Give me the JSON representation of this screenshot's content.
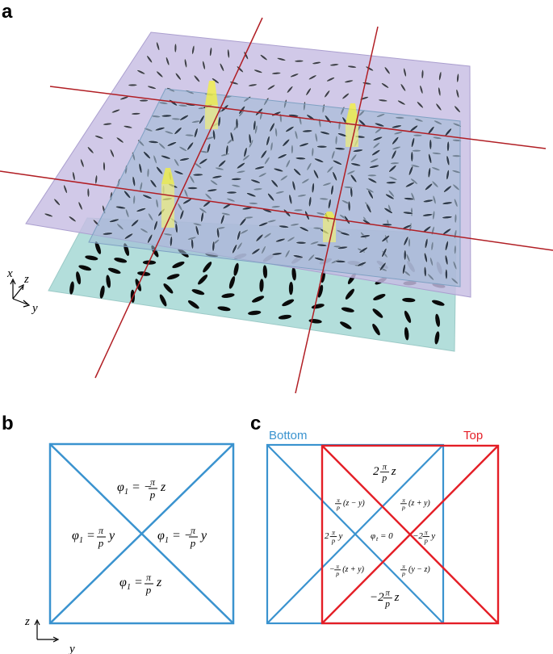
{
  "panels": {
    "a": {
      "label": "a",
      "axes": {
        "x": "x",
        "y": "y",
        "z": "z"
      }
    },
    "b": {
      "label": "b",
      "axes": {
        "z": "z",
        "y": "y"
      },
      "regions": {
        "top": {
          "lhs": "φ",
          "sub": "1",
          "rhs": "= −",
          "num": "π",
          "den": "p",
          "var": "z"
        },
        "left": {
          "lhs": "φ",
          "sub": "1",
          "rhs": "=",
          "num": "π",
          "den": "p",
          "var": "y"
        },
        "right": {
          "lhs": "φ",
          "sub": "1",
          "rhs": "= −",
          "num": "π",
          "den": "p",
          "var": "y"
        },
        "bottom": {
          "lhs": "φ",
          "sub": "1",
          "rhs": "=",
          "num": "π",
          "den": "p",
          "var": "z"
        }
      }
    },
    "c": {
      "label": "c",
      "bottom_label": "Bottom",
      "top_label": "Top",
      "regions": {
        "top": {
          "pre": "2",
          "num": "π",
          "den": "p",
          "post": "z"
        },
        "bottom": {
          "pre": "−2",
          "num": "π",
          "den": "p",
          "post": "z"
        },
        "left": {
          "pre": "2",
          "num": "π",
          "den": "p",
          "post": "y"
        },
        "right": {
          "pre": "−2",
          "num": "π",
          "den": "p",
          "post": "y"
        },
        "center": {
          "lhs": "φ",
          "sub": "t",
          "rhs": "= 0"
        },
        "upper_left": {
          "pre": "",
          "num": "π",
          "den": "p",
          "post": "(z − y)"
        },
        "upper_right": {
          "pre": "",
          "num": "π",
          "den": "p",
          "post": "(z + y)"
        },
        "lower_left": {
          "pre": "−",
          "num": "π",
          "den": "p",
          "post": "(z + y)"
        },
        "lower_right": {
          "pre": "",
          "num": "π",
          "den": "p",
          "post": "(y − z)"
        }
      }
    }
  },
  "colors": {
    "top_plate": "#c7bde3",
    "middle_plate": "#9cb8d3",
    "bottom_plate": "#b3dedb",
    "red_line": "#b11e24",
    "blue": "#3a93cf",
    "red": "#e41e26",
    "highlight": "#f0f07a"
  }
}
